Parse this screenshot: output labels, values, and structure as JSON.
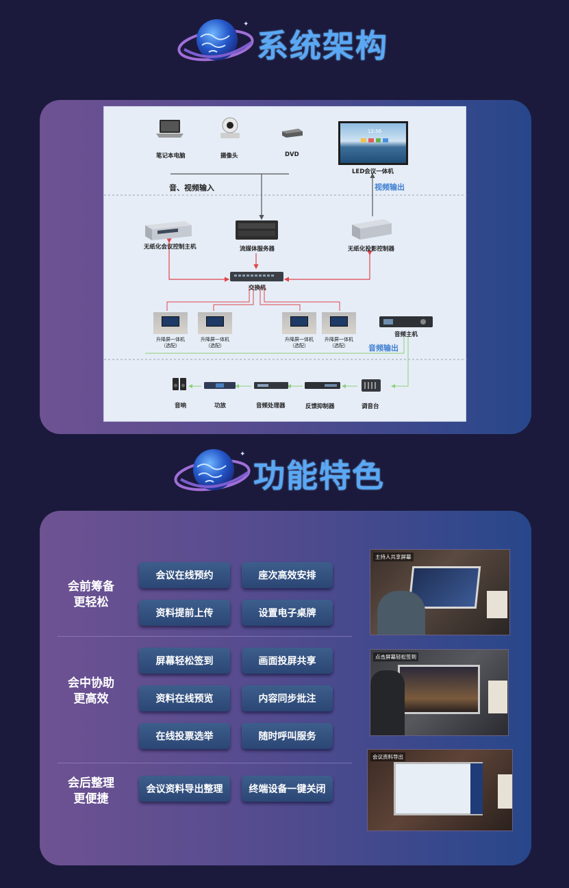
{
  "architecture_section": {
    "title": "系统架构",
    "diagram": {
      "devices": {
        "laptop": "笔记本电脑",
        "camera": "摄像头",
        "dvd": "DVD",
        "led": "LED会议一体机",
        "control_host": "无纸化会议控制主机",
        "media_server": "流媒体服务器",
        "projection_controller": "无纸化投影控制器",
        "switch": "交换机",
        "terminal_1": "升降屏一体机\n（选配）",
        "terminal_2": "升降屏一体机\n（选配）",
        "terminal_3": "升降屏一体机\n（选配）",
        "terminal_4": "升降屏一体机\n（选配）",
        "audio_host": "音频主机",
        "speaker": "音响",
        "amplifier": "功放",
        "audio_processor": "音频处理器",
        "feedback_suppressor": "反馈抑制器",
        "mixer": "调音台"
      },
      "labels": {
        "av_input": "音、视频输入",
        "video_output": "视频输出",
        "audio_output": "音频输出"
      },
      "led_screen_time": "12:56"
    }
  },
  "features_section": {
    "title": "功能特色",
    "groups": [
      {
        "label_line1": "会前筹备",
        "label_line2": "更轻松",
        "features": [
          "会议在线预约",
          "座次高效安排",
          "资料提前上传",
          "设置电子桌牌"
        ],
        "photo_caption": "主持人共享屏幕"
      },
      {
        "label_line1": "会中协助",
        "label_line2": "更高效",
        "features": [
          "屏幕轻松签到",
          "画面投屏共享",
          "资料在线预览",
          "内容同步批注",
          "在线投票选举",
          "随时呼叫服务"
        ],
        "photo_caption": "点击屏幕轻松签到"
      },
      {
        "label_line1": "会后整理",
        "label_line2": "更便捷",
        "features": [
          "会议资料导出整理",
          "终端设备一键关闭"
        ],
        "photo_caption": "会议资料导出"
      }
    ]
  },
  "colors": {
    "background": "#1b1a3c",
    "title_blue": "#5aa8f4",
    "arrow_red": "#e0454b",
    "arrow_gray": "#555555",
    "arrow_green": "#8fd07a"
  }
}
